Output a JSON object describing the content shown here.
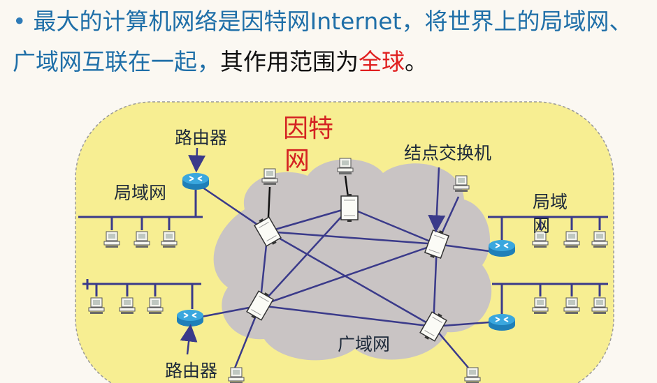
{
  "text": {
    "bullet": "•",
    "part1": "最大的计算机网络是因特网Internet，将世界上的局域网、广域网互联在一起，",
    "part2": "其作用范围为",
    "part3": "全球",
    "part4": "。"
  },
  "diagram": {
    "internet_label_line1": "因特",
    "internet_label_line2": "网",
    "router_label_top": "路由器",
    "router_label_bottom": "路由器",
    "lan_label_left": "局域网",
    "lan_label_right_line1": "局域",
    "lan_label_right_line2": "网",
    "switch_label": "结点交换机",
    "wan_label": "广域网"
  },
  "colors": {
    "text_blue": "#1f6fa8",
    "highlight_red": "#e02020",
    "region_yellow": "#f7ee92",
    "cloud_gray": "#c9c4c4",
    "line_navy": "#3a3a8a"
  }
}
